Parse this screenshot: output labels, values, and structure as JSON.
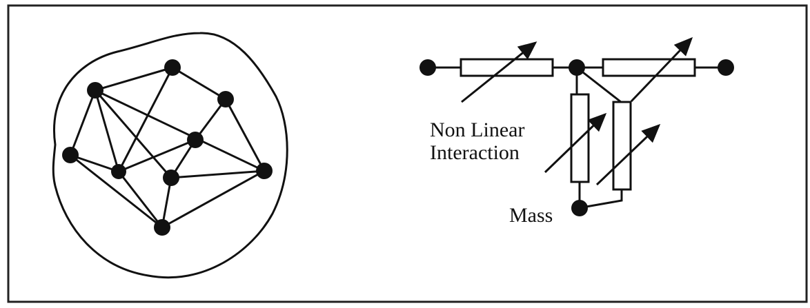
{
  "labels": {
    "interaction_line1": "Non Linear",
    "interaction_line2": "Interaction",
    "mass": "Mass"
  },
  "colors": {
    "ink": "#111111",
    "background": "#ffffff"
  }
}
